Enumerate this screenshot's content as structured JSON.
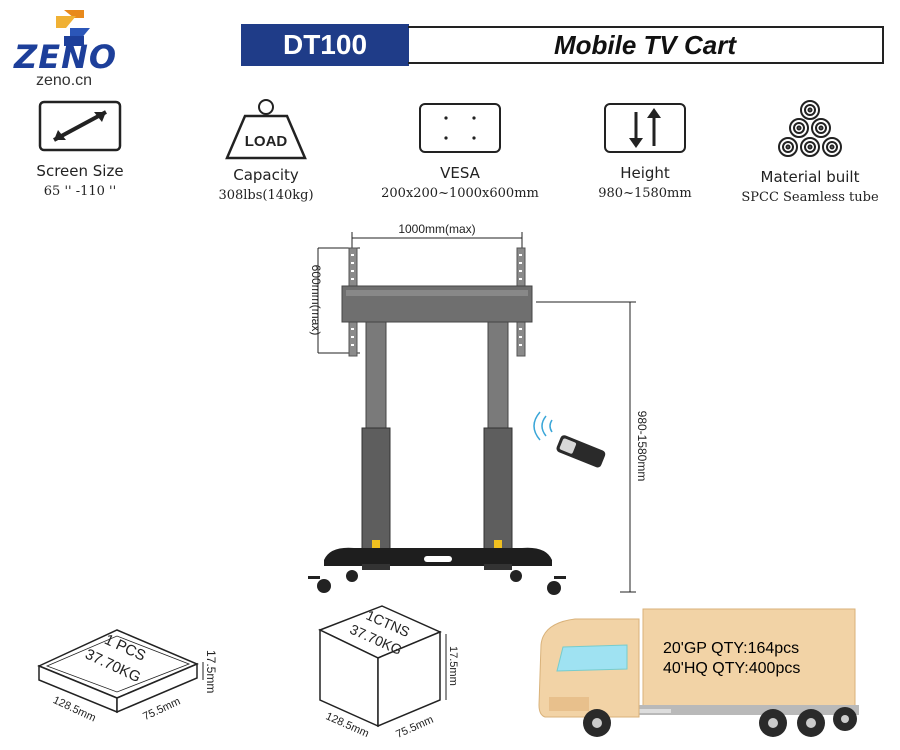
{
  "brand": {
    "name": "ZENO",
    "url": "zeno.cn"
  },
  "header": {
    "model": "DT100",
    "title": "Mobile TV Cart"
  },
  "specs": [
    {
      "label": "Screen Size",
      "value": "65 '' -110 ''",
      "icon": "diagonal-arrow-icon"
    },
    {
      "label": "Capacity",
      "value": "308lbs(140kg)",
      "icon": "weight-icon",
      "icon_text": "LOAD"
    },
    {
      "label": "VESA",
      "value": "200x200~1000x600mm",
      "icon": "vesa-plate-icon"
    },
    {
      "label": "Height",
      "value": "980~1580mm",
      "icon": "up-down-arrows-icon"
    },
    {
      "label": "Material built",
      "value": "SPCC Seamless tube",
      "icon": "tube-coils-icon"
    }
  ],
  "diagram": {
    "width_label": "1000mm(max)",
    "vesa_height_label": "600mm(max)",
    "height_range_label": "980-1580mm"
  },
  "packages": [
    {
      "label_top": "1 PCS",
      "label_bottom": "37.70KG",
      "length": "128.5mm",
      "width": "75.5mm",
      "height": "17.5mm"
    },
    {
      "label_top": "1CTNS",
      "label_bottom": "37.70KG",
      "length": "128.5mm",
      "width": "75.5mm",
      "height": "17.5mm"
    }
  ],
  "shipping": {
    "line1": "20'GP QTY:164pcs",
    "line2": "40'HQ QTY:400pcs"
  },
  "colors": {
    "brand_blue": "#1f3c88",
    "truck_body": "#f2d3a6",
    "cart_gray": "#6b6b6b"
  }
}
